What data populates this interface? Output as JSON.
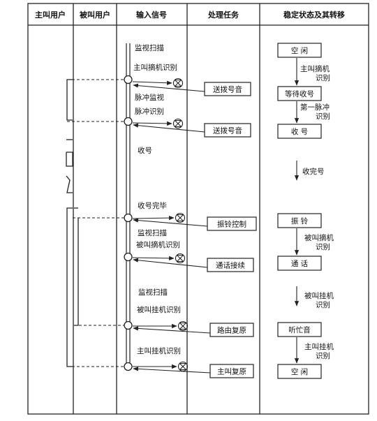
{
  "columns": [
    "主叫用户",
    "被叫用户",
    "输入信号",
    "处理任务",
    "稳定状态及其转移"
  ],
  "input_signals": [
    "监视扫描",
    "主叫摘机识别",
    "脉冲监视",
    "脉冲识别",
    "收号",
    "收号完毕",
    "监视扫描",
    "被叫摘机识别",
    "监视扫描",
    "被叫挂机识别",
    "主叫挂机识别"
  ],
  "tasks": [
    "送拨号音",
    "送拨号音",
    "振铃控制",
    "通话接续",
    "路由复原",
    "主叫复原"
  ],
  "states": [
    "空  闲",
    "等待收号",
    "收  号",
    "振  铃",
    "通  话",
    "听忙音",
    "空  闲"
  ],
  "transitions": [
    "主叫摘机识别",
    "第一脉冲识别",
    "收完号",
    "被叫摘机识别",
    "被叫挂机识别",
    "主叫挂机识别"
  ]
}
